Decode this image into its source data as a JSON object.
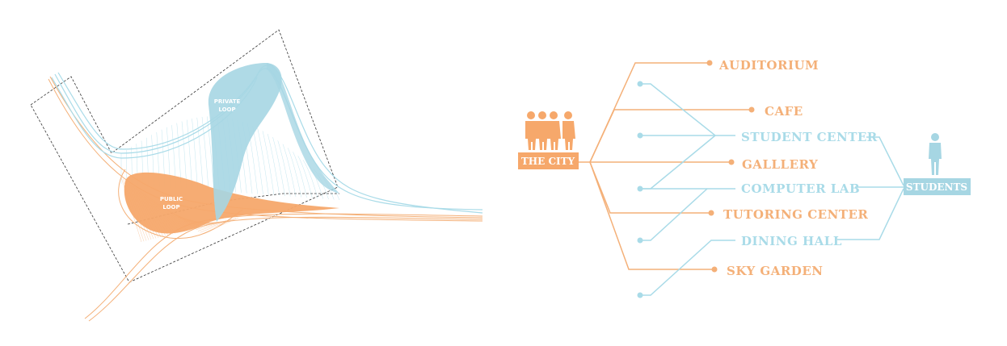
{
  "colors": {
    "orange": "#f4b078",
    "blue": "#a9dbe8",
    "orange_fill": "#f6a86b",
    "blue_fill": "#a6d6e3"
  },
  "loop_diagram": {
    "private_loop": [
      "PRIVATE",
      "LOOP"
    ],
    "public_loop": [
      "PUBLIC",
      "LOOP"
    ]
  },
  "flow_diagram": {
    "source_label": "THE CITY",
    "target_label": "STUDENTS",
    "public_spaces": [
      "AUDITORIUM",
      "CAFE",
      "GALLLERY",
      "TUTORING CENTER",
      "SKY GARDEN"
    ],
    "private_spaces": [
      "STUDENT CENTER",
      "COMPUTER LAB",
      "DINING HALL"
    ],
    "icons": [
      "people-group-icon",
      "person-icon"
    ]
  }
}
